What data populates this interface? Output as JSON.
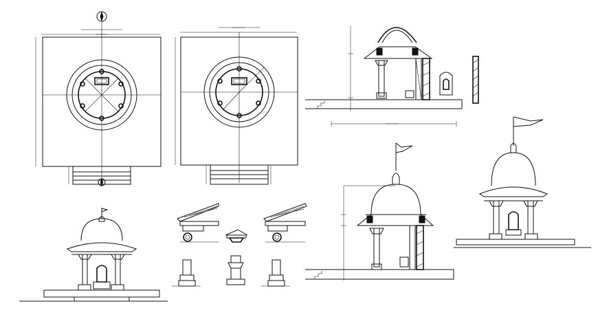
{
  "drawing": {
    "background": "#ffffff",
    "line_color": "#111111",
    "plan_left": {
      "north_symbol": "north-arrow"
    },
    "plan_right": {},
    "section_elevation": {},
    "side_panel": {},
    "dome_elevation_right": {
      "flag": "pennant-flag"
    },
    "dome_elevation_left": {
      "flag": "pennant-flag"
    },
    "eave_details": {},
    "column_details": {},
    "dome_section": {
      "flag": "pennant-flag"
    }
  }
}
